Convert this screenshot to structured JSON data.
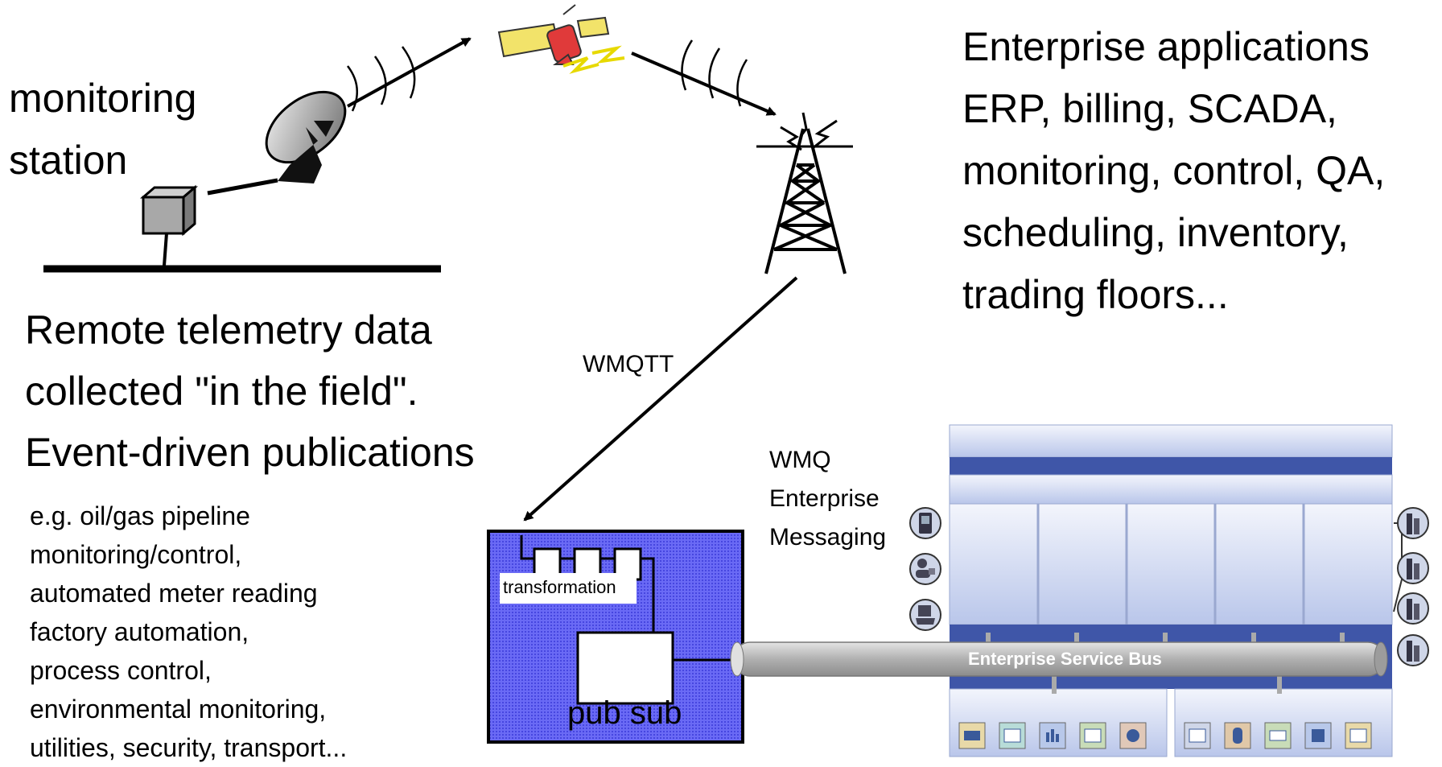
{
  "monitoring_station": {
    "line1": "monitoring",
    "line2": "station"
  },
  "telemetry": {
    "lines": [
      "Remote telemetry data",
      "collected \"in the field\".",
      "Event-driven publications"
    ]
  },
  "examples": {
    "lines": [
      "e.g. oil/gas pipeline",
      "monitoring/control,",
      "automated meter reading",
      "factory automation,",
      "process control,",
      "environmental monitoring,",
      "utilities, security, transport..."
    ]
  },
  "enterprise_apps": {
    "lines": [
      "Enterprise applications",
      "ERP, billing, SCADA,",
      "monitoring, control, QA,",
      "scheduling, inventory,",
      "trading floors..."
    ]
  },
  "protocol_label": "WMQTT",
  "wmq": {
    "lines": [
      "WMQ",
      "Enterprise",
      "Messaging"
    ]
  },
  "broker": {
    "transformation_label": "transformation",
    "pubsub_label": "pub sub"
  },
  "esb": {
    "label": "Enterprise Service Bus"
  },
  "icons": [
    "antenna-dish-icon",
    "satellite-icon",
    "radio-tower-icon",
    "sensor-box-icon",
    "pda-icon",
    "user-workstation-icon",
    "laptop-icon",
    "building-icon"
  ],
  "colors": {
    "broker_fill": "#5b5bf0",
    "esb_panel": "#c9d3ee",
    "esb_dark_band": "#3f56a8",
    "bus_pipe": "#b8b8b8"
  }
}
